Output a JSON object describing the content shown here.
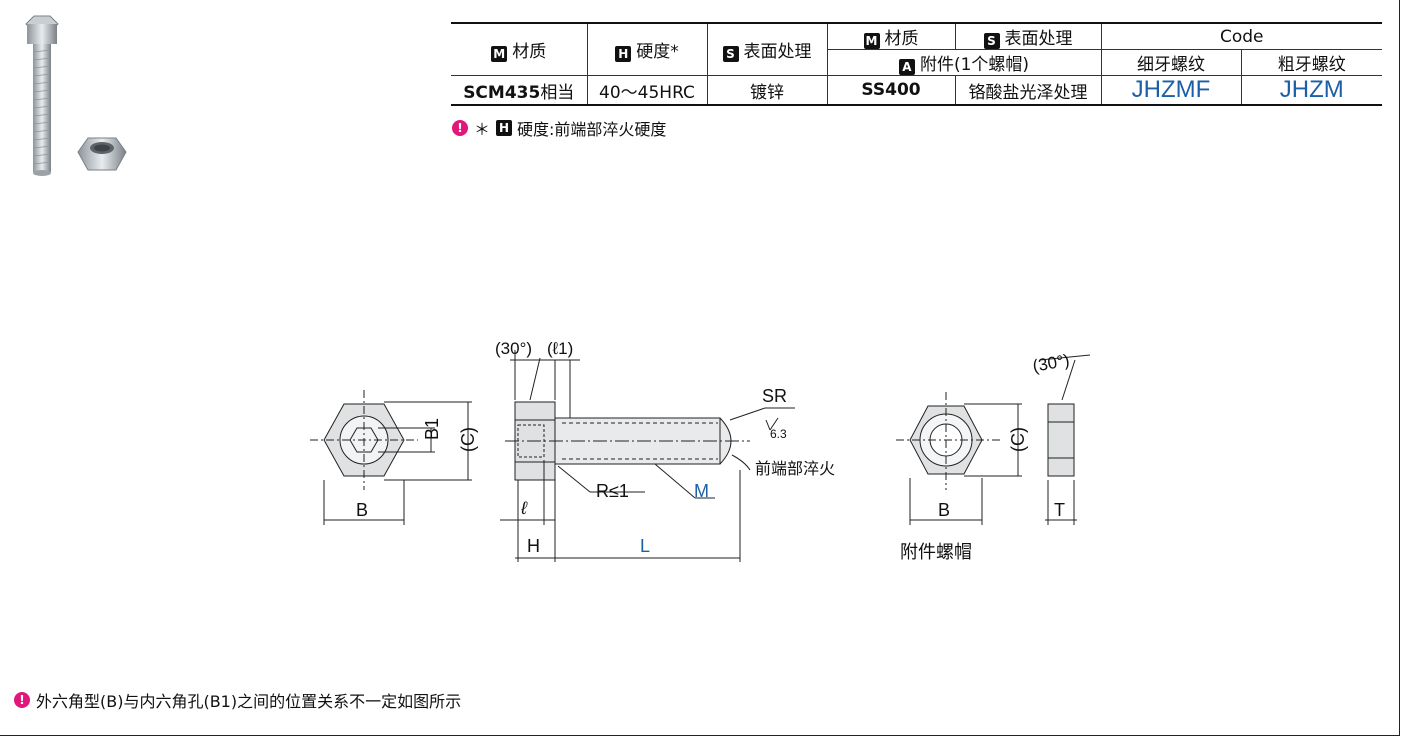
{
  "table": {
    "head": {
      "material_badge": "M",
      "material": "材质",
      "hardness_badge": "H",
      "hardness": "硬度*",
      "surface_badge": "S",
      "surface": "表面处理",
      "nut_material_badge": "M",
      "nut_material": "材质",
      "nut_surface_badge": "S",
      "nut_surface": "表面处理",
      "accessory_badge": "A",
      "accessory": "附件(1个螺帽)",
      "code": "Code",
      "fine": "细牙螺纹",
      "coarse": "粗牙螺纹"
    },
    "row": {
      "material": "SCM435",
      "material_suffix": "相当",
      "hardness": "40～45HRC",
      "surface": "镀锌",
      "nut_material": "SS400",
      "nut_surface": "铬酸盐光泽处理",
      "code_fine": "JHZMF",
      "code_coarse": "JHZM"
    }
  },
  "notes": {
    "hardness_note_prefix": "＊",
    "hardness_badge": "H",
    "hardness_note": "硬度:前端部淬火硬度",
    "bottom_note": "外六角型(B)与内六角孔(B1)之间的位置关系不一定如图所示"
  },
  "drawing": {
    "angle30_left": "(30°)",
    "l1": "(ℓ1)",
    "sr": "SR",
    "roughness": "6.3",
    "tip_quench": "前端部淬火",
    "r_label": "R≤1",
    "m_label": "M",
    "l_small": "ℓ",
    "h": "H",
    "l": "L",
    "b": "B",
    "b1": "B1",
    "c": "(C)",
    "angle30_right": "(30°)",
    "nut_b": "B",
    "nut_c": "(C)",
    "t": "T",
    "nut_caption": "附件螺帽",
    "m_color": "#1a5fa8"
  }
}
